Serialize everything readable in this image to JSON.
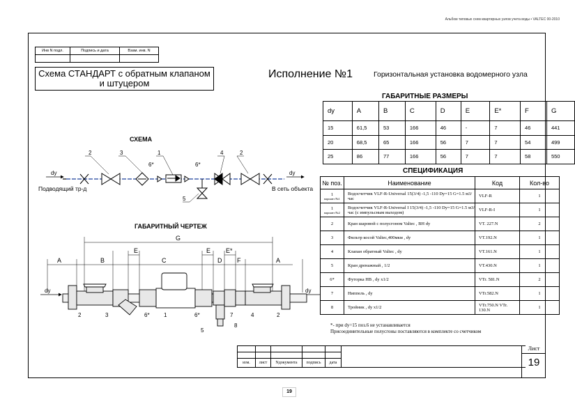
{
  "header_note": "Альбом типовых схем квартирных узлов учета воды • VALTEC 00-2010",
  "stamp_top": {
    "cols": [
      "Инв N подл.",
      "Подпись и дата",
      "Взам. инв. N"
    ]
  },
  "scheme_title": {
    "line1": "Схема СТАНДАРТ с обратным клапаном",
    "line2": "и штуцером"
  },
  "execution_title": "Исполнение №1",
  "execution_subtitle": "Горизонтальная установка водомерного узла",
  "schema": {
    "title": "СХЕМА",
    "inlet_label": "Подводящий тр-д",
    "outlet_label": "В сеть объекта",
    "dy_left": "dy",
    "dy_right": "dy",
    "positions": [
      "2",
      "3",
      "1",
      "6*",
      "6*",
      "4",
      "2",
      "5"
    ]
  },
  "drawing": {
    "title": "ГАБАРИТНЫЙ ЧЕРТЕЖ",
    "dims": [
      "G",
      "A",
      "B",
      "E",
      "C",
      "E",
      "D",
      "E*",
      "F",
      "A"
    ],
    "dy_left": "dy",
    "dy_right": "dy",
    "callouts": [
      "2",
      "3",
      "6*",
      "1",
      "6*",
      "5",
      "7",
      "8",
      "4",
      "2"
    ]
  },
  "dimensions": {
    "title": "ГАБАРИТНЫЕ РАЗМЕРЫ",
    "headers": [
      "dy",
      "A",
      "B",
      "C",
      "D",
      "E",
      "E*",
      "F",
      "G"
    ],
    "rows": [
      [
        "15",
        "61,5",
        "53",
        "166",
        "46",
        "-",
        "7",
        "46",
        "441"
      ],
      [
        "20",
        "68,5",
        "65",
        "166",
        "56",
        "7",
        "7",
        "54",
        "499"
      ],
      [
        "25",
        "86",
        "77",
        "166",
        "56",
        "7",
        "7",
        "58",
        "550"
      ]
    ]
  },
  "spec": {
    "title": "СПЕЦИФИКАЦИЯ",
    "headers": [
      "№ поз.",
      "Наименование",
      "Код",
      "Кол-во"
    ],
    "rows": [
      {
        "pos": "1",
        "sub": "вариант №1",
        "name": "Водосчетчик VLF-R-Universal 15(3/4) -1,5 -110 Dy=15 G=1.5 м3/час",
        "code": "VLF-R",
        "qty": "1"
      },
      {
        "pos": "1",
        "sub": "вариант №2",
        "name": "Водосчетчик VLF-R-Universal I 15(3/4) -1,5 -110 Dy=15 G=1.5 м3/час (с импульсным выходом)",
        "code": "VLF-R-I",
        "qty": "1"
      },
      {
        "pos": "2",
        "sub": "",
        "name": "Кран шаровой с полусгоном Valtec , ВН dy",
        "code": "VT. 227.N",
        "qty": "2"
      },
      {
        "pos": "3",
        "sub": "",
        "name": "Фильтр косой Valtec,400мкм , dy",
        "code": "VT.192.N",
        "qty": "1"
      },
      {
        "pos": "4",
        "sub": "",
        "name": "Клапан обратный Valtec , dy",
        "code": "VT.161.N",
        "qty": "1"
      },
      {
        "pos": "5",
        "sub": "",
        "name": "Кран дренажный , 1/2",
        "code": "VT.430.N",
        "qty": "1"
      },
      {
        "pos": "6*",
        "sub": "",
        "name": "Футорка НВ , dy x1/2",
        "code": "VTr. 581.N",
        "qty": "2"
      },
      {
        "pos": "7",
        "sub": "",
        "name": "Ниппель , dy",
        "code": "VTr.582.N",
        "qty": "1"
      },
      {
        "pos": "8",
        "sub": "",
        "name": "Тройник , dy x1/2",
        "code": "VTr.750.N VTr. 130.N",
        "qty": "1"
      }
    ]
  },
  "notes": {
    "line1": "*- при dy=15 поз.6 не устанавливается",
    "line2": "Присоединительные полусгоны поставляются в комплекте со счетчиком"
  },
  "stamp_bottom": {
    "cols": [
      "изм.",
      "лист",
      "Nдокумента",
      "подпись",
      "дата"
    ]
  },
  "sheet": {
    "label": "Лист",
    "number": "19"
  },
  "page_number": "19"
}
